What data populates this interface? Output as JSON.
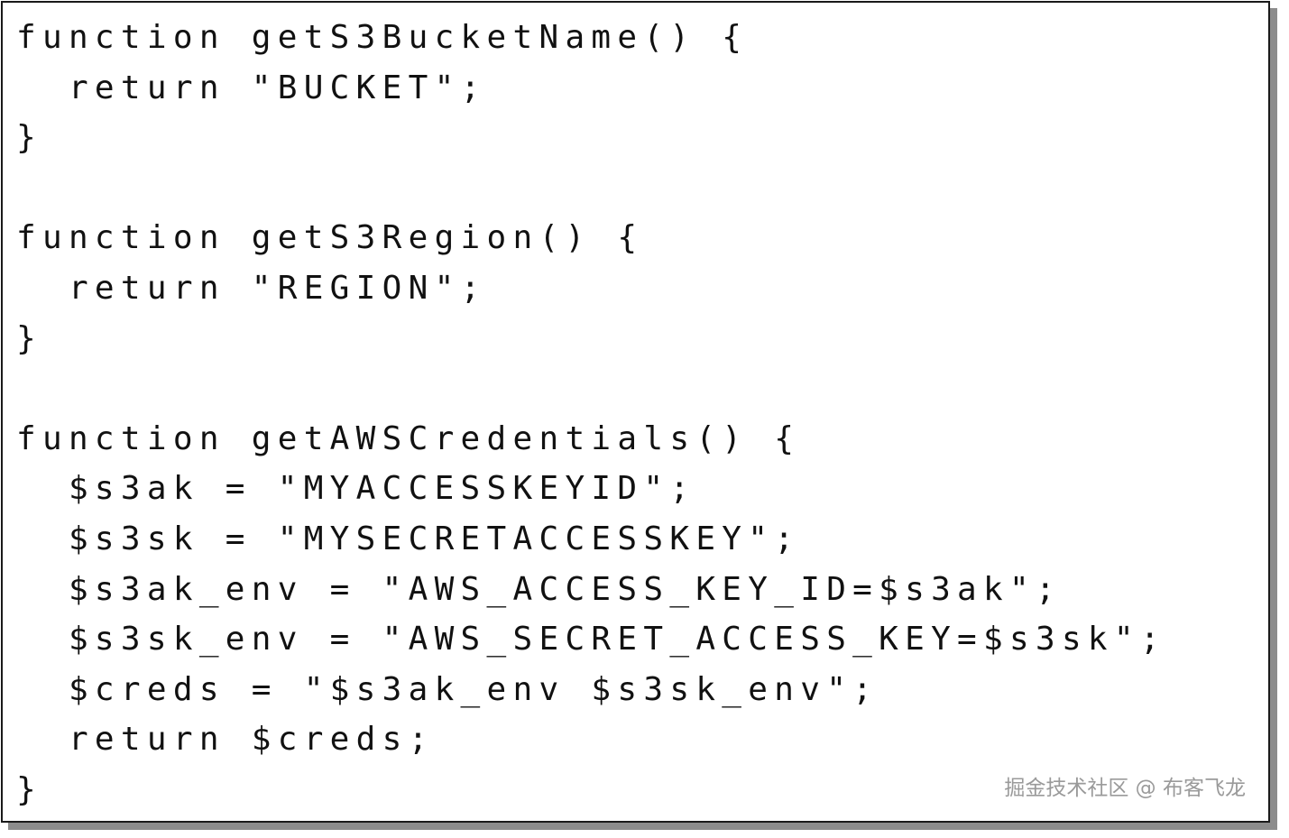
{
  "code": {
    "lines": [
      "function getS3BucketName() {",
      "  return \"BUCKET\";",
      "}",
      "",
      "function getS3Region() {",
      "  return \"REGION\";",
      "}",
      "",
      "function getAWSCredentials() {",
      "  $s3ak = \"MYACCESSKEYID\";",
      "  $s3sk = \"MYSECRETACCESSKEY\";",
      "  $s3ak_env = \"AWS_ACCESS_KEY_ID=$s3ak\";",
      "  $s3sk_env = \"AWS_SECRET_ACCESS_KEY=$s3sk\";",
      "  $creds = \"$s3ak_env $s3sk_env\";",
      "  return $creds;",
      "}"
    ]
  },
  "watermark": {
    "text": "掘金技术社区 @ 布客飞龙"
  },
  "colors": {
    "text": "#111111",
    "border": "#1a1a1a",
    "shadow": "#8c8c8c",
    "watermark": "#9a9a9a"
  }
}
